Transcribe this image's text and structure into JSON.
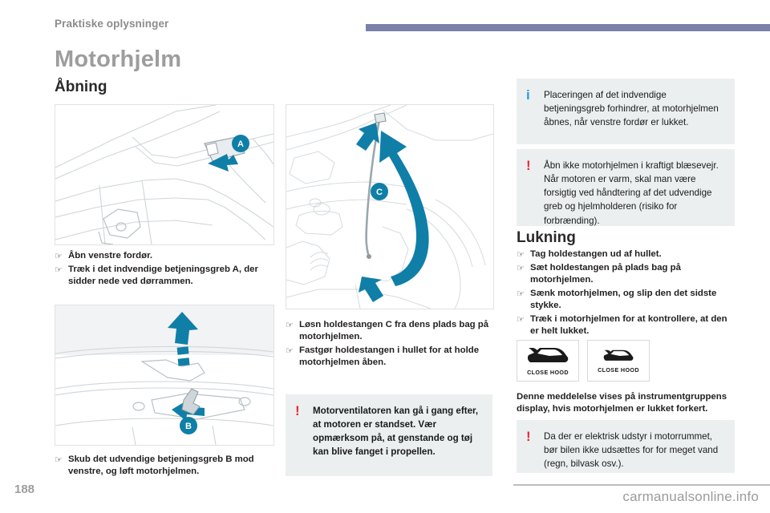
{
  "header": {
    "breadcrumb": "Praktiske oplysninger",
    "rule_color": "#7b80a8"
  },
  "title": "Motorhjelm",
  "subtitle": "Åbning",
  "figures": {
    "a": {
      "label": "A",
      "alt": "Indvendigt betjeningsgreb nede ved dørrammen"
    },
    "b": {
      "label": "B",
      "alt": "Udvendigt betjeningsgreb under motorhjelmen"
    },
    "c": {
      "label": "C",
      "alt": "Holdestang i motorrummet"
    }
  },
  "left_steps": [
    {
      "marker": "☞",
      "text": "Åbn venstre fordør."
    },
    {
      "marker": "☞",
      "text": "Træk i det indvendige betjeningsgreb A, der sidder nede ved dørrammen."
    }
  ],
  "left_steps_2": [
    {
      "marker": "☞",
      "text": "Skub det udvendige betjeningsgreb B mod venstre, og løft motorhjelmen."
    }
  ],
  "mid_steps": [
    {
      "marker": "☞",
      "text": "Løsn holdestangen C fra dens plads bag på motorhjelmen."
    },
    {
      "marker": "☞",
      "text": "Fastgør holdestangen i hullet for at holde motorhjelmen åben."
    }
  ],
  "callouts": {
    "fan": {
      "glyph": "!",
      "type": "warning",
      "color": "#e8283c",
      "text": "Motorventilatoren kan gå i gang efter, at motoren er standset. Vær opmærksom på, at genstande og tøj kan blive fanget i propellen."
    },
    "info": {
      "glyph": "i",
      "type": "info",
      "color": "#2b9cd8",
      "text": "Placeringen af det indvendige betjeningsgreb forhindrer, at motorhjelmen åbnes, når venstre fordør er lukket."
    },
    "wind": {
      "glyph": "!",
      "type": "warning",
      "color": "#e8283c",
      "text": "Åbn ikke motorhjelmen i kraftigt blæsevejr. Når motoren er varm, skal man være forsigtig ved håndtering af det udvendige greb og hjelmholderen (risiko for forbrænding)."
    },
    "water": {
      "glyph": "!",
      "type": "warning",
      "color": "#e8283c",
      "text": "Da der er elektrisk udstyr i motorrummet, bør bilen ikke udsættes for for meget vand (regn, bilvask osv.)."
    }
  },
  "closing": {
    "heading": "Lukning",
    "steps": [
      {
        "marker": "☞",
        "text": "Tag holdestangen ud af hullet."
      },
      {
        "marker": "☞",
        "text": "Sæt holdestangen på plads bag på motorhjelmen."
      },
      {
        "marker": "☞",
        "text": "Sænk motorhjelmen, og slip den det sidste stykke."
      },
      {
        "marker": "☞",
        "text": "Træk i motorhjelmen for at kontrollere, at den er helt lukket."
      }
    ],
    "tiles": [
      {
        "caption": "CLOSE HOOD",
        "icon": "car-hood-open-icon",
        "size": "large"
      },
      {
        "caption": "CLOSE HOOD",
        "icon": "car-hood-open-icon",
        "size": "small"
      }
    ],
    "tiles_note": "Denne meddelelse vises på instrumentgruppens display, hvis motorhjelmen er lukket forkert."
  },
  "footer": {
    "page_number": "188",
    "watermark": "carmanualsonline.info"
  }
}
